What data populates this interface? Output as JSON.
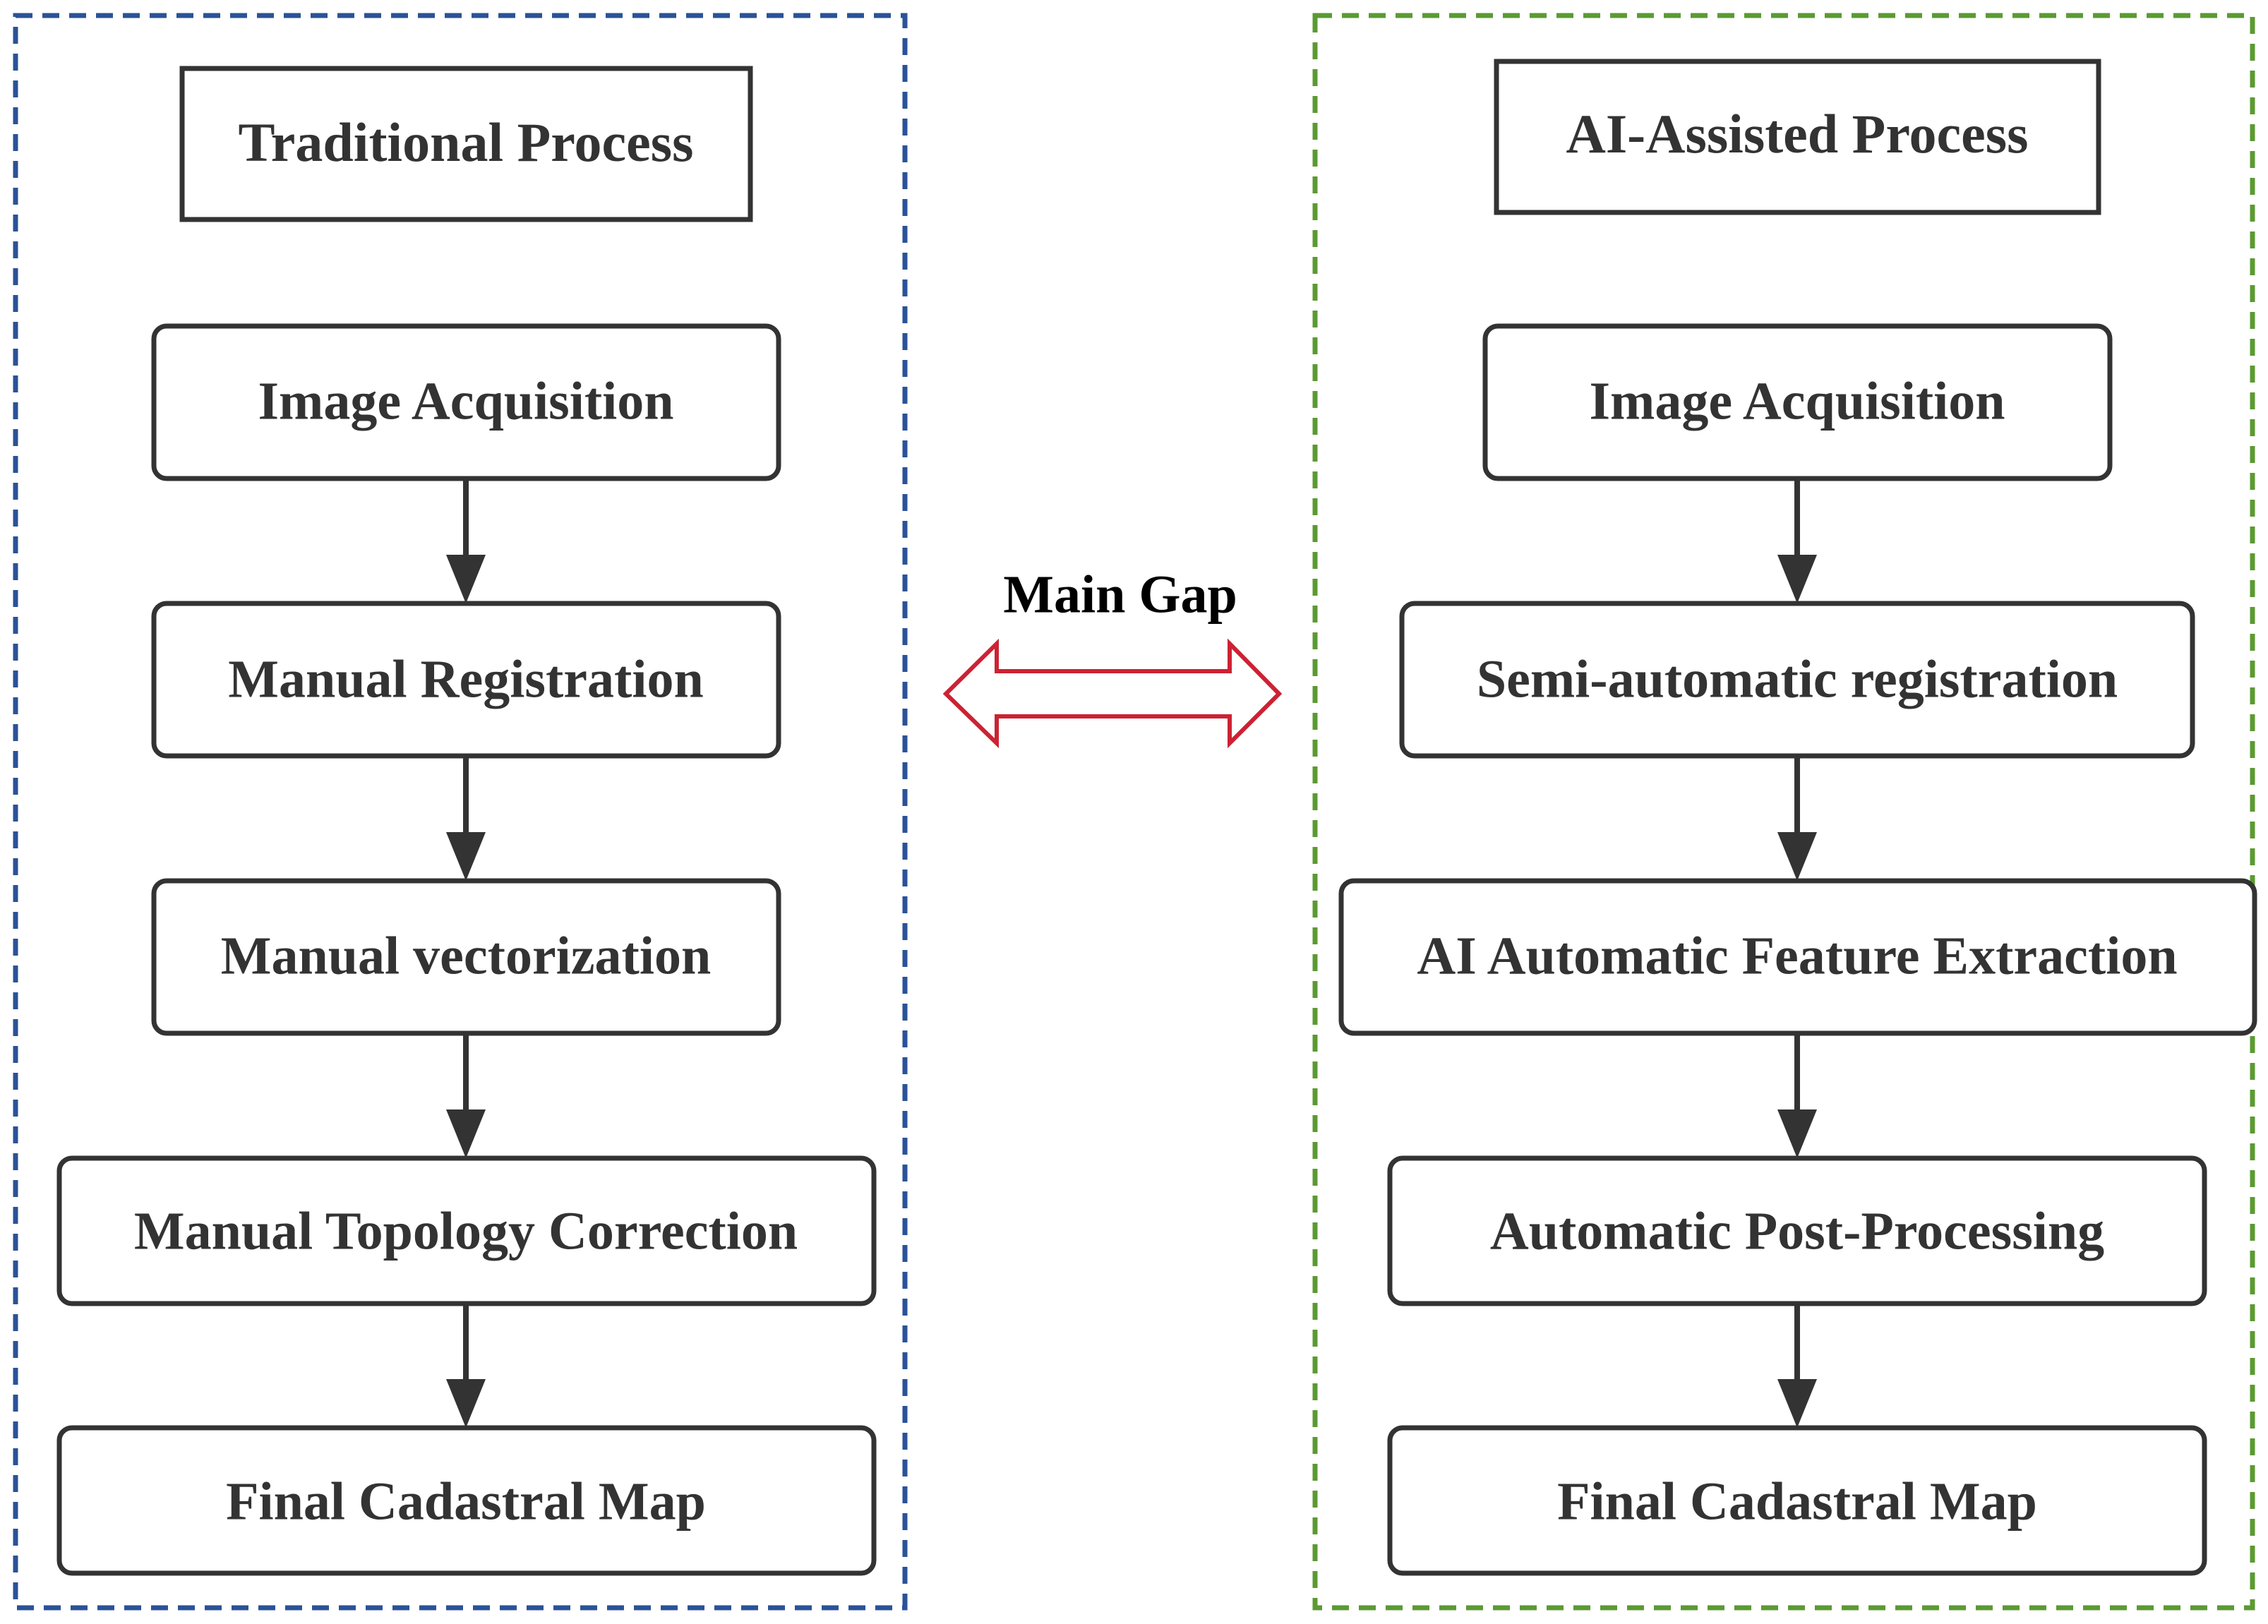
{
  "traditional": {
    "title": "Traditional Process",
    "steps": [
      "Image Acquisition",
      "Manual Registration",
      "Manual vectorization",
      "Manual Topology Correction",
      "Final Cadastral Map"
    ],
    "frame_color": "#2a5298"
  },
  "ai_assisted": {
    "title": "AI-Assisted Process",
    "steps": [
      "Image Acquisition",
      "Semi-automatic registration",
      "AI Automatic Feature Extraction",
      "Automatic Post-Processing",
      "Final Cadastral Map"
    ],
    "frame_color": "#5b9a32"
  },
  "gap": {
    "label": "Main Gap",
    "arrow_color": "#cc2233"
  }
}
